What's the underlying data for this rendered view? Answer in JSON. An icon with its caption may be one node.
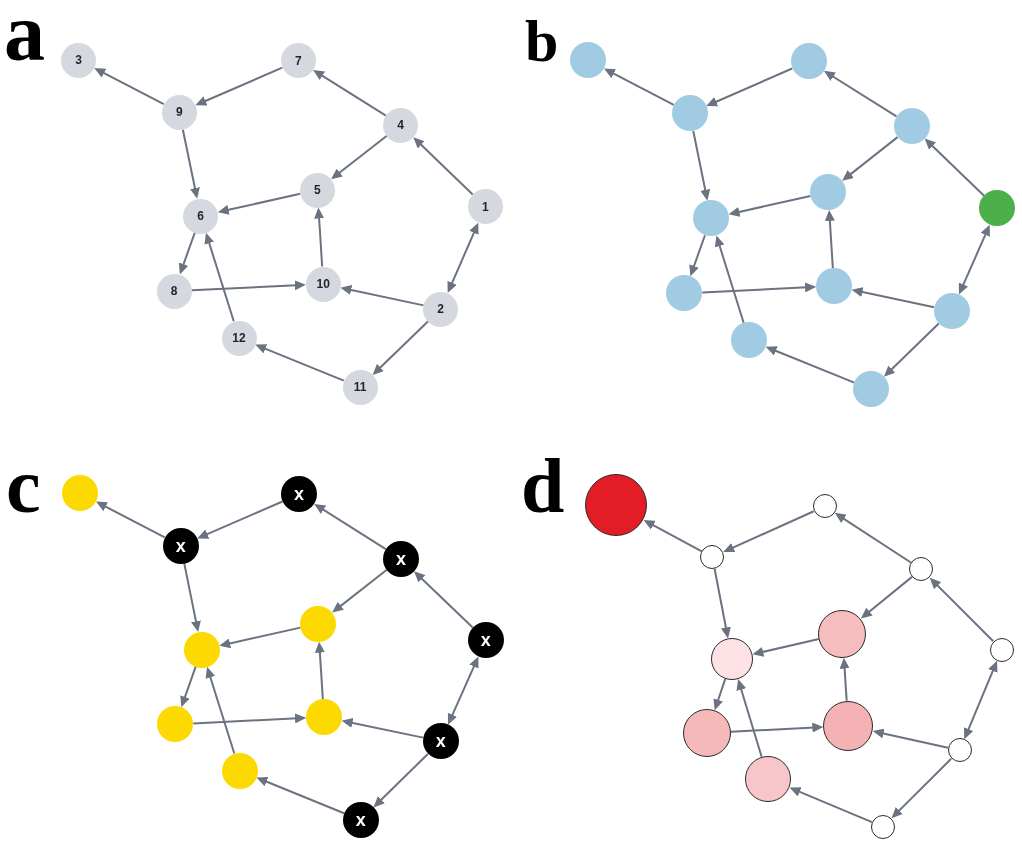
{
  "diagram": {
    "nodes": [
      {
        "text": [
          "3"
        ]
      },
      {
        "text": [
          "7"
        ]
      },
      {
        "text": [
          "9"
        ]
      },
      {
        "text": [
          "4"
        ]
      },
      {
        "text": [
          "5"
        ]
      },
      {
        "text": [
          "1"
        ]
      },
      {
        "text": [
          "6"
        ]
      },
      {
        "text": [
          "10"
        ]
      },
      {
        "text": [
          "8"
        ]
      },
      {
        "text": [
          "2"
        ]
      },
      {
        "text": [
          "12"
        ]
      },
      {
        "text": [
          "11"
        ]
      },
      {
        "text": [],
        "shape": "circle"
      },
      {
        "text": [],
        "shape": "circle"
      },
      {
        "text": [],
        "shape": "circle"
      },
      {
        "text": [],
        "shape": "circle"
      },
      {
        "text": [],
        "shape": "circle"
      },
      {
        "text": [],
        "shape": "circle"
      },
      {
        "text": [],
        "shape": "circle"
      },
      {
        "text": [],
        "shape": "circle"
      },
      {
        "text": [],
        "shape": "circle"
      },
      {
        "text": [],
        "shape": "circle"
      },
      {
        "text": [],
        "shape": "circle"
      },
      {
        "text": [],
        "shape": "circle"
      },
      {
        "text": [],
        "shape": "circle"
      },
      {
        "text": [
          "x"
        ]
      },
      {
        "text": [
          "x"
        ]
      },
      {
        "text": [
          "x"
        ]
      },
      {
        "text": [],
        "shape": "circle"
      },
      {
        "text": [
          "x"
        ]
      },
      {
        "text": [],
        "shape": "circle"
      },
      {
        "text": [],
        "shape": "circle"
      },
      {
        "text": [],
        "shape": "circle"
      },
      {
        "text": [
          "x"
        ]
      },
      {
        "text": [],
        "shape": "circle"
      },
      {
        "text": [
          "x"
        ]
      },
      {
        "text": [],
        "shape": "circle"
      },
      {
        "text": [],
        "shape": "circle"
      },
      {
        "text": [],
        "shape": "circle"
      },
      {
        "text": [],
        "shape": "circle"
      },
      {
        "text": [],
        "shape": "circle"
      },
      {
        "text": [],
        "shape": "circle"
      },
      {
        "text": [],
        "shape": "circle"
      },
      {
        "text": [],
        "shape": "circle"
      },
      {
        "text": [],
        "shape": "circle"
      },
      {
        "text": [],
        "shape": "circle"
      },
      {
        "text": [],
        "shape": "circle"
      },
      {
        "text": [],
        "shape": "circle"
      }
    ],
    "edges": [
      {
        "from": 2,
        "to": 0,
        "arrow": "to"
      },
      {
        "from": 1,
        "to": 2,
        "arrow": "to"
      },
      {
        "from": 3,
        "to": 1,
        "arrow": "to"
      },
      {
        "from": 3,
        "to": 4,
        "arrow": "to"
      },
      {
        "from": 5,
        "to": 3,
        "arrow": "to"
      },
      {
        "from": 2,
        "to": 6,
        "arrow": "to"
      },
      {
        "from": 4,
        "to": 6,
        "arrow": "to"
      },
      {
        "from": 7,
        "to": 4,
        "arrow": "to"
      },
      {
        "from": 5,
        "to": 9,
        "arrow": "both"
      },
      {
        "from": 6,
        "to": 8,
        "arrow": "to"
      },
      {
        "from": 8,
        "to": 7,
        "arrow": "to"
      },
      {
        "from": 9,
        "to": 7,
        "arrow": "to"
      },
      {
        "from": 9,
        "to": 11,
        "arrow": "to"
      },
      {
        "from": 11,
        "to": 10,
        "arrow": "to"
      },
      {
        "from": 10,
        "to": 6,
        "arrow": "to"
      },
      {
        "from": 14,
        "to": 12,
        "arrow": "to"
      },
      {
        "from": 13,
        "to": 14,
        "arrow": "to"
      },
      {
        "from": 15,
        "to": 13,
        "arrow": "to"
      },
      {
        "from": 15,
        "to": 16,
        "arrow": "to"
      },
      {
        "from": 17,
        "to": 15,
        "arrow": "to"
      },
      {
        "from": 14,
        "to": 18,
        "arrow": "to"
      },
      {
        "from": 16,
        "to": 18,
        "arrow": "to"
      },
      {
        "from": 19,
        "to": 16,
        "arrow": "to"
      },
      {
        "from": 17,
        "to": 21,
        "arrow": "both"
      },
      {
        "from": 18,
        "to": 20,
        "arrow": "to"
      },
      {
        "from": 20,
        "to": 19,
        "arrow": "to"
      },
      {
        "from": 21,
        "to": 19,
        "arrow": "to"
      },
      {
        "from": 21,
        "to": 23,
        "arrow": "to"
      },
      {
        "from": 23,
        "to": 22,
        "arrow": "to"
      },
      {
        "from": 22,
        "to": 18,
        "arrow": "to"
      },
      {
        "from": 26,
        "to": 24,
        "arrow": "to"
      },
      {
        "from": 25,
        "to": 26,
        "arrow": "to"
      },
      {
        "from": 27,
        "to": 25,
        "arrow": "to"
      },
      {
        "from": 27,
        "to": 28,
        "arrow": "to"
      },
      {
        "from": 29,
        "to": 27,
        "arrow": "to"
      },
      {
        "from": 26,
        "to": 30,
        "arrow": "to"
      },
      {
        "from": 28,
        "to": 30,
        "arrow": "to"
      },
      {
        "from": 31,
        "to": 28,
        "arrow": "to"
      },
      {
        "from": 29,
        "to": 33,
        "arrow": "both"
      },
      {
        "from": 30,
        "to": 32,
        "arrow": "to"
      },
      {
        "from": 32,
        "to": 31,
        "arrow": "to"
      },
      {
        "from": 33,
        "to": 31,
        "arrow": "to"
      },
      {
        "from": 33,
        "to": 35,
        "arrow": "to"
      },
      {
        "from": 35,
        "to": 34,
        "arrow": "to"
      },
      {
        "from": 34,
        "to": 30,
        "arrow": "to"
      },
      {
        "from": 38,
        "to": 36,
        "arrow": "to"
      },
      {
        "from": 37,
        "to": 38,
        "arrow": "to"
      },
      {
        "from": 39,
        "to": 37,
        "arrow": "to"
      },
      {
        "from": 39,
        "to": 40,
        "arrow": "to"
      },
      {
        "from": 41,
        "to": 39,
        "arrow": "to"
      },
      {
        "from": 38,
        "to": 42,
        "arrow": "to"
      },
      {
        "from": 40,
        "to": 42,
        "arrow": "to"
      },
      {
        "from": 43,
        "to": 40,
        "arrow": "to"
      },
      {
        "from": 41,
        "to": 45,
        "arrow": "both"
      },
      {
        "from": 42,
        "to": 44,
        "arrow": "to"
      },
      {
        "from": 44,
        "to": 43,
        "arrow": "to"
      },
      {
        "from": 45,
        "to": 43,
        "arrow": "to"
      },
      {
        "from": 45,
        "to": 47,
        "arrow": "to"
      },
      {
        "from": 47,
        "to": 46,
        "arrow": "to"
      },
      {
        "from": 46,
        "to": 42,
        "arrow": "to"
      }
    ],
    "labels": [
      "a",
      "b",
      "c",
      "d"
    ]
  }
}
